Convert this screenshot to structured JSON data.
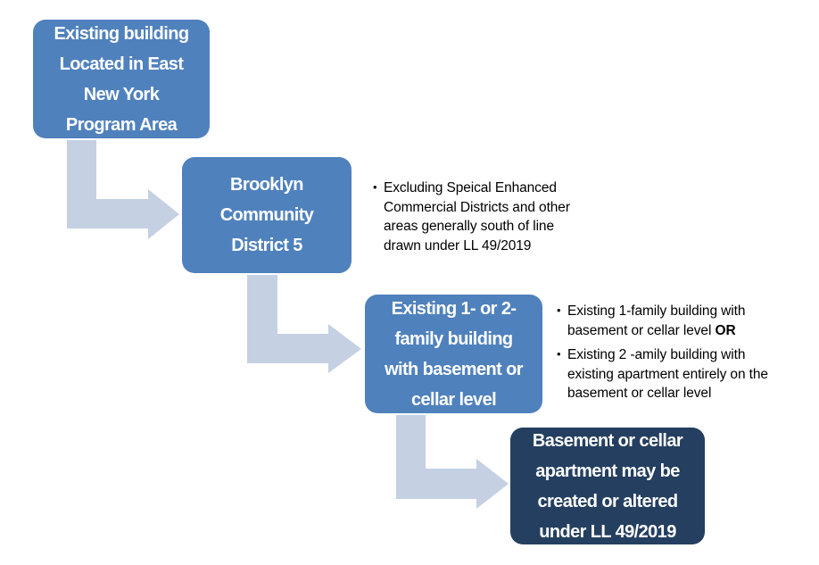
{
  "steps": [
    {
      "lines": [
        "Existing building",
        "Located in East",
        "New York",
        "Program Area"
      ],
      "color": "#4f81bd"
    },
    {
      "lines": [
        "Brooklyn",
        "Community",
        "District 5"
      ],
      "color": "#4f81bd"
    },
    {
      "lines": [
        "Existing 1- or 2-",
        "family building",
        "with basement or",
        "cellar level"
      ],
      "color": "#4f81bd"
    },
    {
      "lines": [
        "Basement or cellar",
        "apartment may be",
        "created or altered",
        "under LL 49/2019"
      ],
      "color": "#243f60"
    }
  ],
  "notes_step2": [
    {
      "lines": [
        "Excluding Speical Enhanced",
        "Commercial Districts and other",
        "areas generally south of line",
        "drawn under LL 49/2019"
      ]
    }
  ],
  "notes_step3": [
    {
      "lines": [
        "Existing 1-family building with",
        "basement or cellar level"
      ],
      "emphasis": "OR"
    },
    {
      "lines": [
        "Existing 2 -amily building with",
        "existing apartment entirely on the",
        "basement or cellar level"
      ]
    }
  ],
  "colors": {
    "arrow": "#c5d0e3",
    "box": "#4f81bd",
    "final_box": "#243f60"
  },
  "icons": {
    "bullet": "bullet-icon"
  }
}
